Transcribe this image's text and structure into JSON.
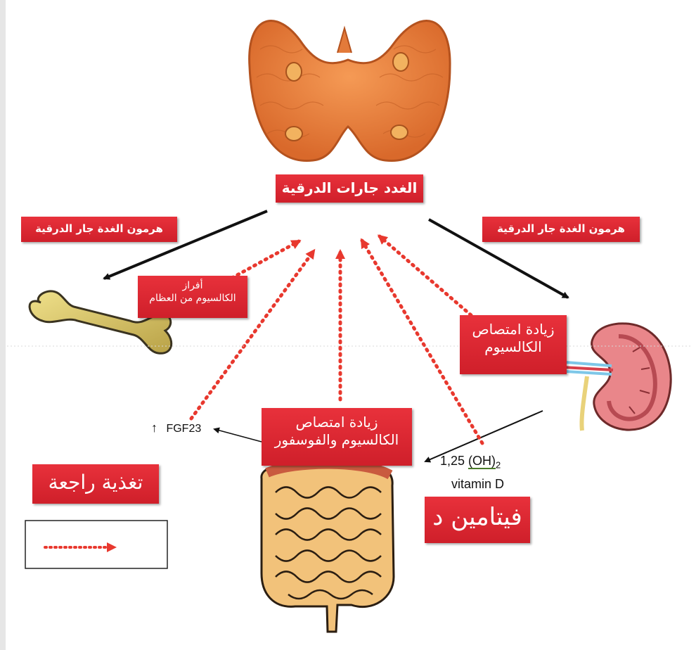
{
  "labels": {
    "parathyroid_glands": "الغدد جارات الدرقية",
    "pth_left": "هرمون الغدة جار الدرقية",
    "pth_right": "هرمون الغدة جار الدرقية",
    "bone_release_line1": "أفراز",
    "bone_release_line2": "الكالسيوم من العظام",
    "kidney_absorption_line1": "زيادة امتصاص",
    "kidney_absorption_line2": "الكالسيوم",
    "gut_absorption_line1": "زيادة امتصاص",
    "gut_absorption_line2": "الكالسيوم والفوسفور",
    "feedback": "تغذية راجعة",
    "vitamin_d_ar": "فيتامين د"
  },
  "text": {
    "fgf23_arrow": "↑",
    "fgf23": "FGF23",
    "vitd_formula_prefix": "1,25 ",
    "vitd_formula_oh": "(OH)",
    "vitd_formula_sub": "2",
    "vitd_name": "vitamin D"
  },
  "colors": {
    "label_red": "#d9262f",
    "dotted_arrow": "#e8382e",
    "solid_arrow": "#111111"
  }
}
